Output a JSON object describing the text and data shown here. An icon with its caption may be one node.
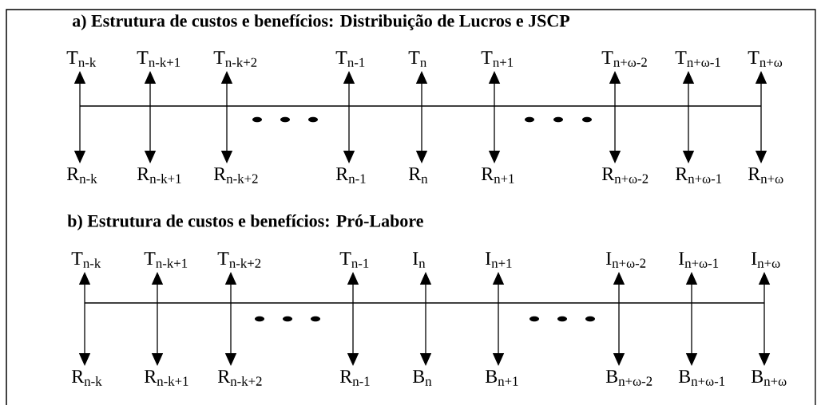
{
  "diagram": {
    "nodes": [
      {
        "text": [
          "T$_{n-k}$"
        ]
      },
      {
        "text": [
          "T$_{n-k+1}$"
        ]
      },
      {
        "text": [
          "T$_{n-k+2}$"
        ]
      },
      {
        "text": [
          "T$_{n-1}$"
        ]
      },
      {
        "text": [
          "T$_{n}$"
        ]
      },
      {
        "text": [
          "T$_{n+1}$"
        ]
      },
      {
        "text": [
          "T$_{n+ω-2}$"
        ]
      },
      {
        "text": [
          "T$_{n+ω-1}$"
        ]
      },
      {
        "text": [
          "T$_{n+ω}$"
        ]
      },
      {
        "text": [
          "R$_{n-k}$"
        ]
      },
      {
        "text": [
          "R$_{n-k+1}$"
        ]
      },
      {
        "text": [
          "R$_{n-k+2}$"
        ]
      },
      {
        "text": [
          "R$_{n-1}$"
        ]
      },
      {
        "text": [
          "R$_{n}$"
        ]
      },
      {
        "text": [
          "R$_{n+1}$"
        ]
      },
      {
        "text": [
          "R$_{n+ω-2}$"
        ]
      },
      {
        "text": [
          "R$_{n+ω-1}$"
        ]
      },
      {
        "text": [
          "R$_{n+ω}$"
        ]
      },
      {
        "text": [
          "T$_{n-k}$"
        ]
      },
      {
        "text": [
          "T$_{n-k+1}$"
        ]
      },
      {
        "text": [
          "T$_{n-k+2}$"
        ]
      },
      {
        "text": [
          "T$_{n-1}$"
        ]
      },
      {
        "text": [
          "I$_{n}$"
        ]
      },
      {
        "text": [
          "I$_{n+1}$"
        ]
      },
      {
        "text": [
          "I$_{n+ω-2}$"
        ]
      },
      {
        "text": [
          "I$_{n+ω-1}$"
        ]
      },
      {
        "text": [
          "I$_{n+ω}$"
        ]
      },
      {
        "text": [
          "R$_{n-k}$"
        ]
      },
      {
        "text": [
          "R$_{n-k+1}$"
        ]
      },
      {
        "text": [
          "R$_{n-k+2}$"
        ]
      },
      {
        "text": [
          "R$_{n-1}$"
        ]
      },
      {
        "text": [
          "B$_{n}$"
        ]
      },
      {
        "text": [
          "B$_{n+1}$"
        ]
      },
      {
        "text": [
          "B$_{n+ω-2}$"
        ]
      },
      {
        "text": [
          "B$_{n+ω-1}$"
        ]
      },
      {
        "text": [
          "B$_{n+ω}$"
        ]
      }
    ],
    "edges": [
      {
        "from": 0,
        "to": 9,
        "arrow": "both"
      },
      {
        "from": 1,
        "to": 10,
        "arrow": "both"
      },
      {
        "from": 2,
        "to": 11,
        "arrow": "both"
      },
      {
        "from": 3,
        "to": 12,
        "arrow": "both"
      },
      {
        "from": 4,
        "to": 13,
        "arrow": "both"
      },
      {
        "from": 5,
        "to": 14,
        "arrow": "both"
      },
      {
        "from": 6,
        "to": 15,
        "arrow": "both"
      },
      {
        "from": 7,
        "to": 16,
        "arrow": "both"
      },
      {
        "from": 8,
        "to": 17,
        "arrow": "both"
      },
      {
        "from": 18,
        "to": 27,
        "arrow": "both"
      },
      {
        "from": 19,
        "to": 28,
        "arrow": "both"
      },
      {
        "from": 20,
        "to": 29,
        "arrow": "both"
      },
      {
        "from": 21,
        "to": 30,
        "arrow": "both"
      },
      {
        "from": 22,
        "to": 31,
        "arrow": "both"
      },
      {
        "from": 23,
        "to": 32,
        "arrow": "both"
      },
      {
        "from": 24,
        "to": 33,
        "arrow": "both"
      },
      {
        "from": 25,
        "to": 34,
        "arrow": "both"
      },
      {
        "from": 26,
        "to": 35,
        "arrow": "both"
      }
    ],
    "labels": [
      "a) Estrutura de custos e benefícios: Distribuição de Lucros e JSCP",
      "b) Estrutura de custos e benefícios: Pró-Labore"
    ]
  }
}
